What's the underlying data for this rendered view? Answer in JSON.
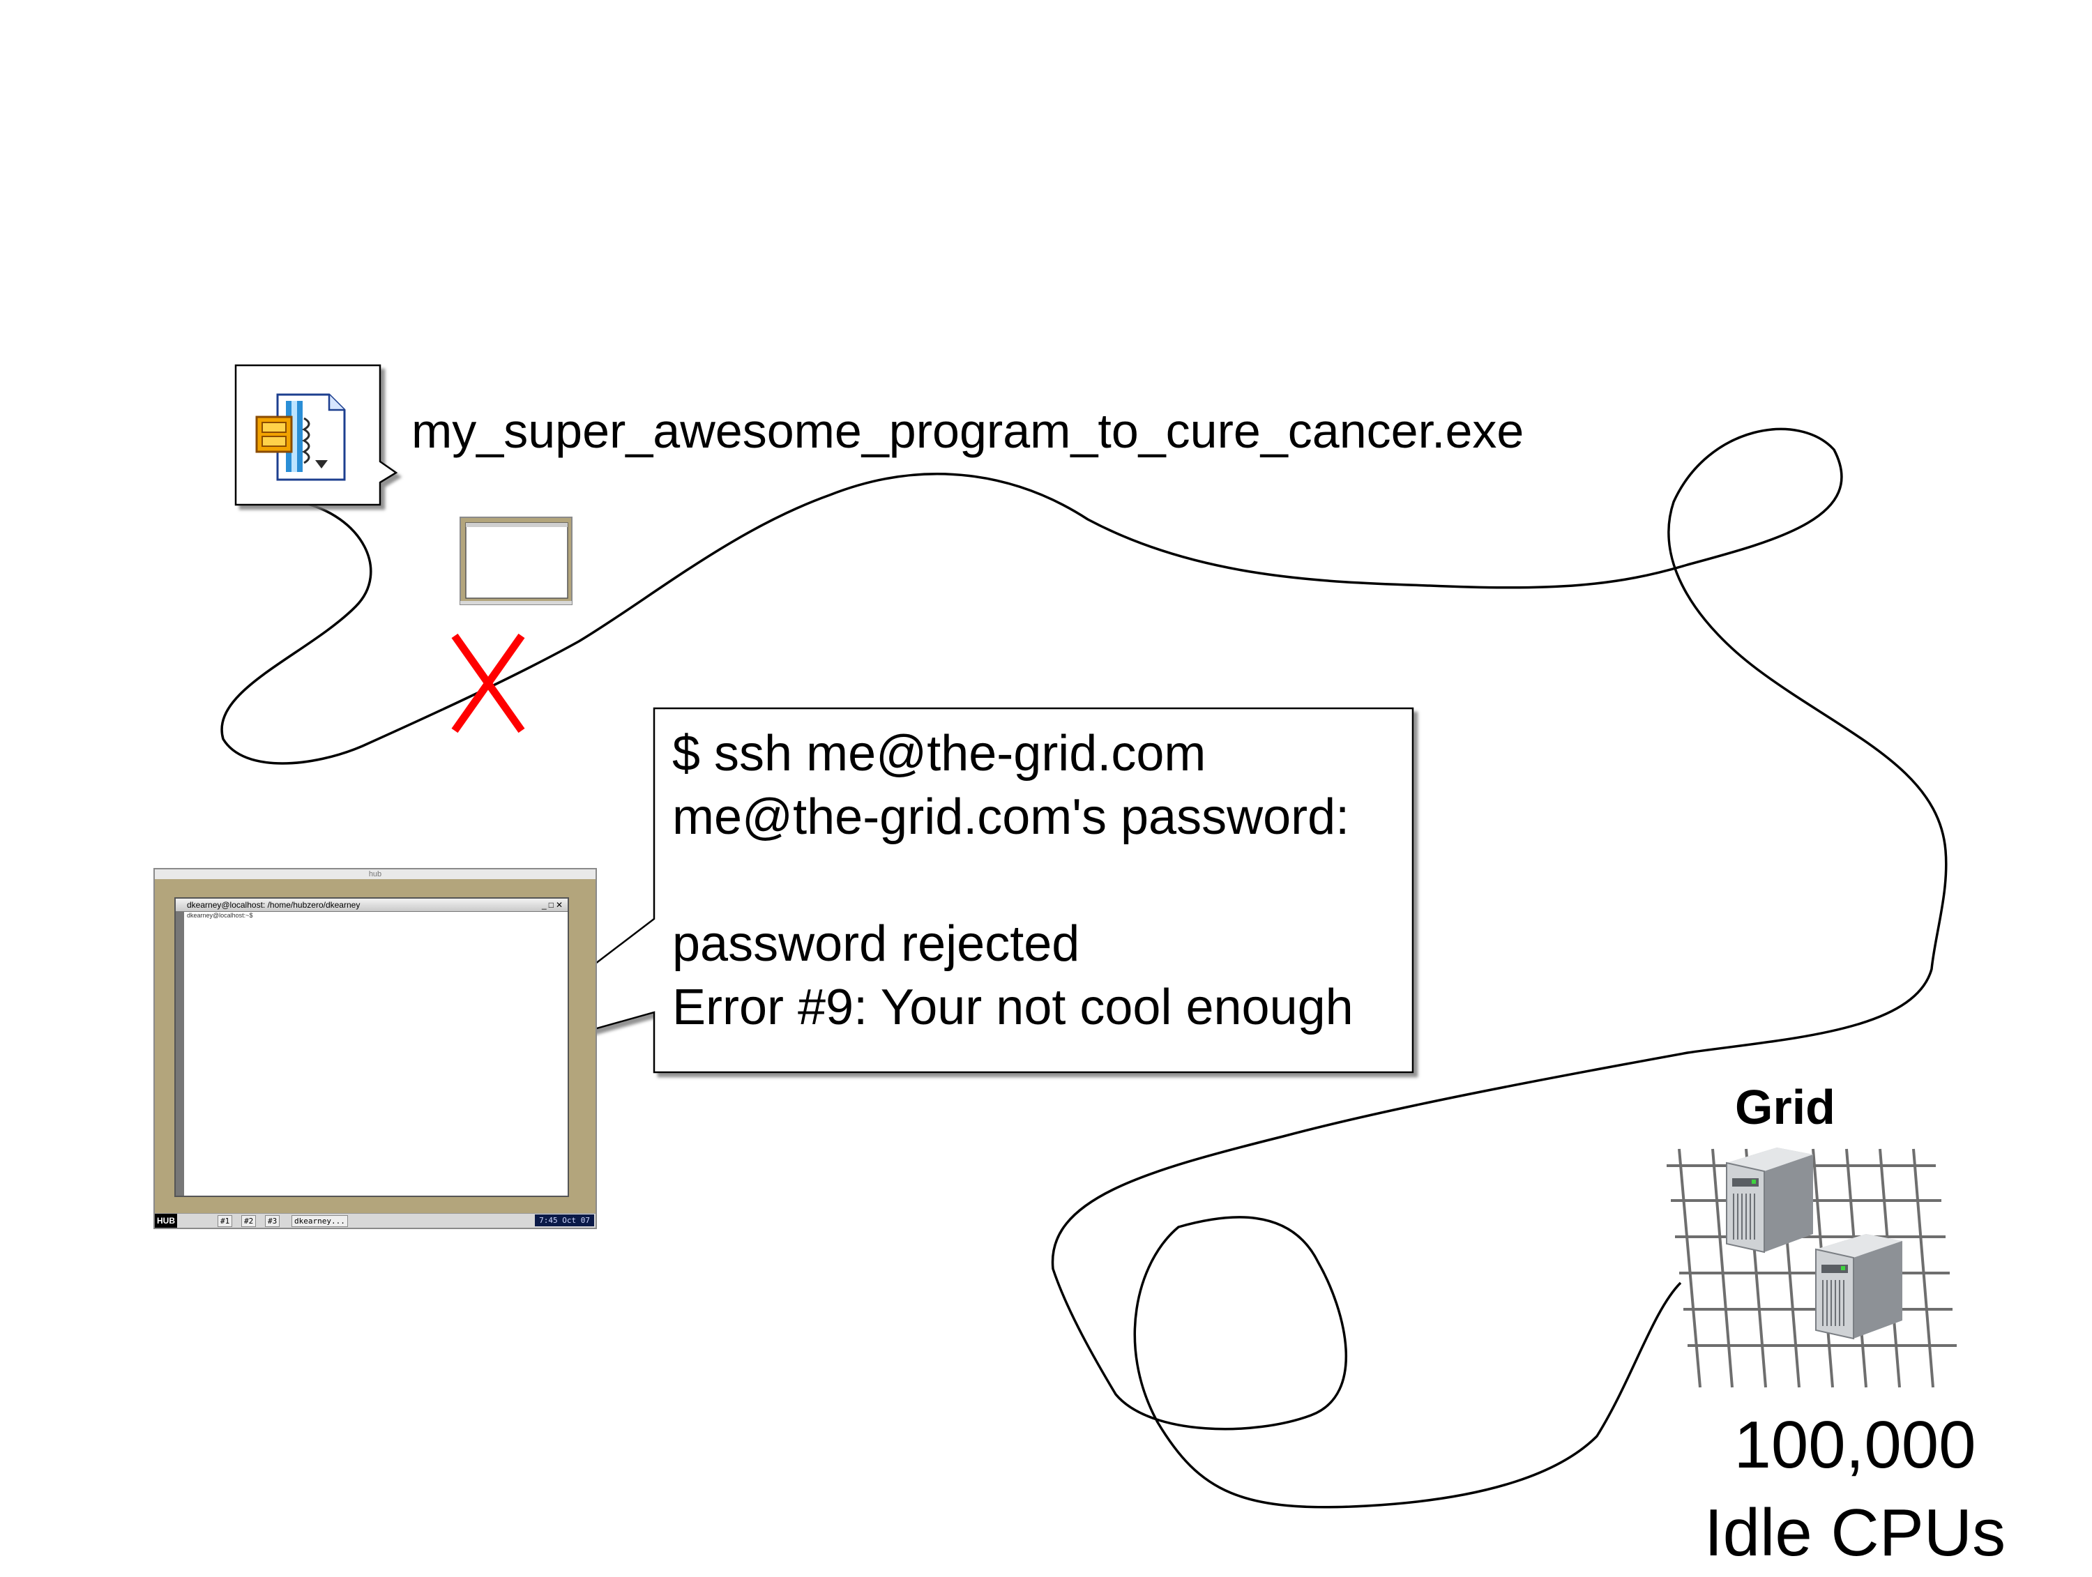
{
  "program": {
    "filename": "my_super_awesome_program_to_cure_cancer.exe",
    "icon": "compressed-executable-file-icon"
  },
  "callout": {
    "lines": [
      "$ ssh me@the-grid.com",
      "me@the-grid.com's password:",
      "",
      "password rejected",
      "Error #9: Your not cool enough"
    ]
  },
  "desktop": {
    "top_title": "hub",
    "terminal_title": "dkearney@localhost: /home/hubzero/dkearney",
    "terminal_prompt": "dkearney@localhost:~$",
    "taskbar": {
      "logo": "HUB",
      "workspaces": [
        "#1",
        "#2",
        "#3"
      ],
      "task": "dkearney...",
      "clock": "7:45 Oct 07"
    }
  },
  "grid": {
    "title": "Grid",
    "count": "100,000",
    "label": "Idle CPUs",
    "icon": "server-grid-icon"
  },
  "colors": {
    "cross": "#ff0000",
    "desktop_bg": "#b3a57c",
    "line": "#000000"
  }
}
